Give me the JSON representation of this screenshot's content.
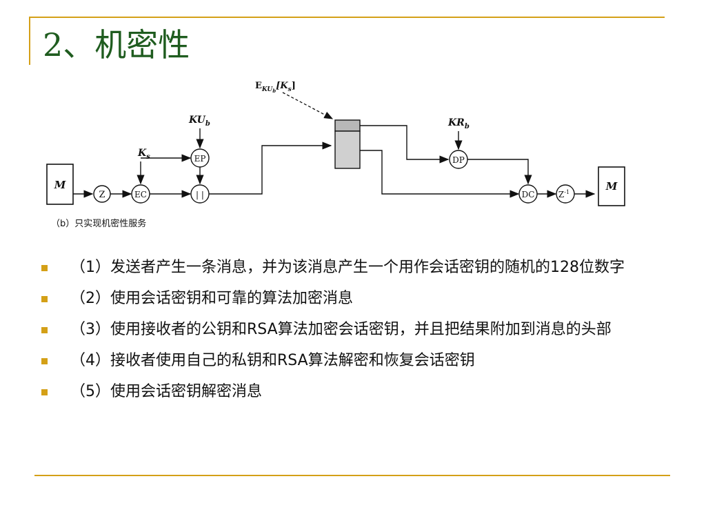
{
  "slide": {
    "title": "2、机密性",
    "colors": {
      "accent": "#d4a017",
      "title": "#1f5c1f"
    }
  },
  "diagram": {
    "encrypted_key_label": "E",
    "encrypted_key_sub": "KU",
    "encrypted_key_subsub": "b",
    "encrypted_key_tail": "[K",
    "encrypted_key_tail_sub": "s",
    "encrypted_key_tail_end": "]",
    "public_key_main": "KU",
    "public_key_sub": "b",
    "session_key_main": "K",
    "session_key_sub": "s",
    "private_key_main": "KR",
    "private_key_sub": "b",
    "message_in": "M",
    "message_out": "M",
    "compress": "Z",
    "symmetric_encrypt": "EC",
    "public_encrypt": "EP",
    "concat": "| |",
    "private_decrypt": "DP",
    "symmetric_decrypt": "DC",
    "decompress": "Z",
    "decompress_sup": "-1",
    "caption": "（b）只实现机密性服务"
  },
  "bullets": [
    "（1）发送者产生一条消息，并为该消息产生一个用作会话密钥的随机的128位数字",
    "（2）使用会话密钥和可靠的算法加密消息",
    "（3）使用接收者的公钥和RSA算法加密会话密钥，并且把结果附加到消息的头部",
    "（4）接收者使用自己的私钥和RSA算法解密和恢复会话密钥",
    "（5）使用会话密钥解密消息"
  ]
}
